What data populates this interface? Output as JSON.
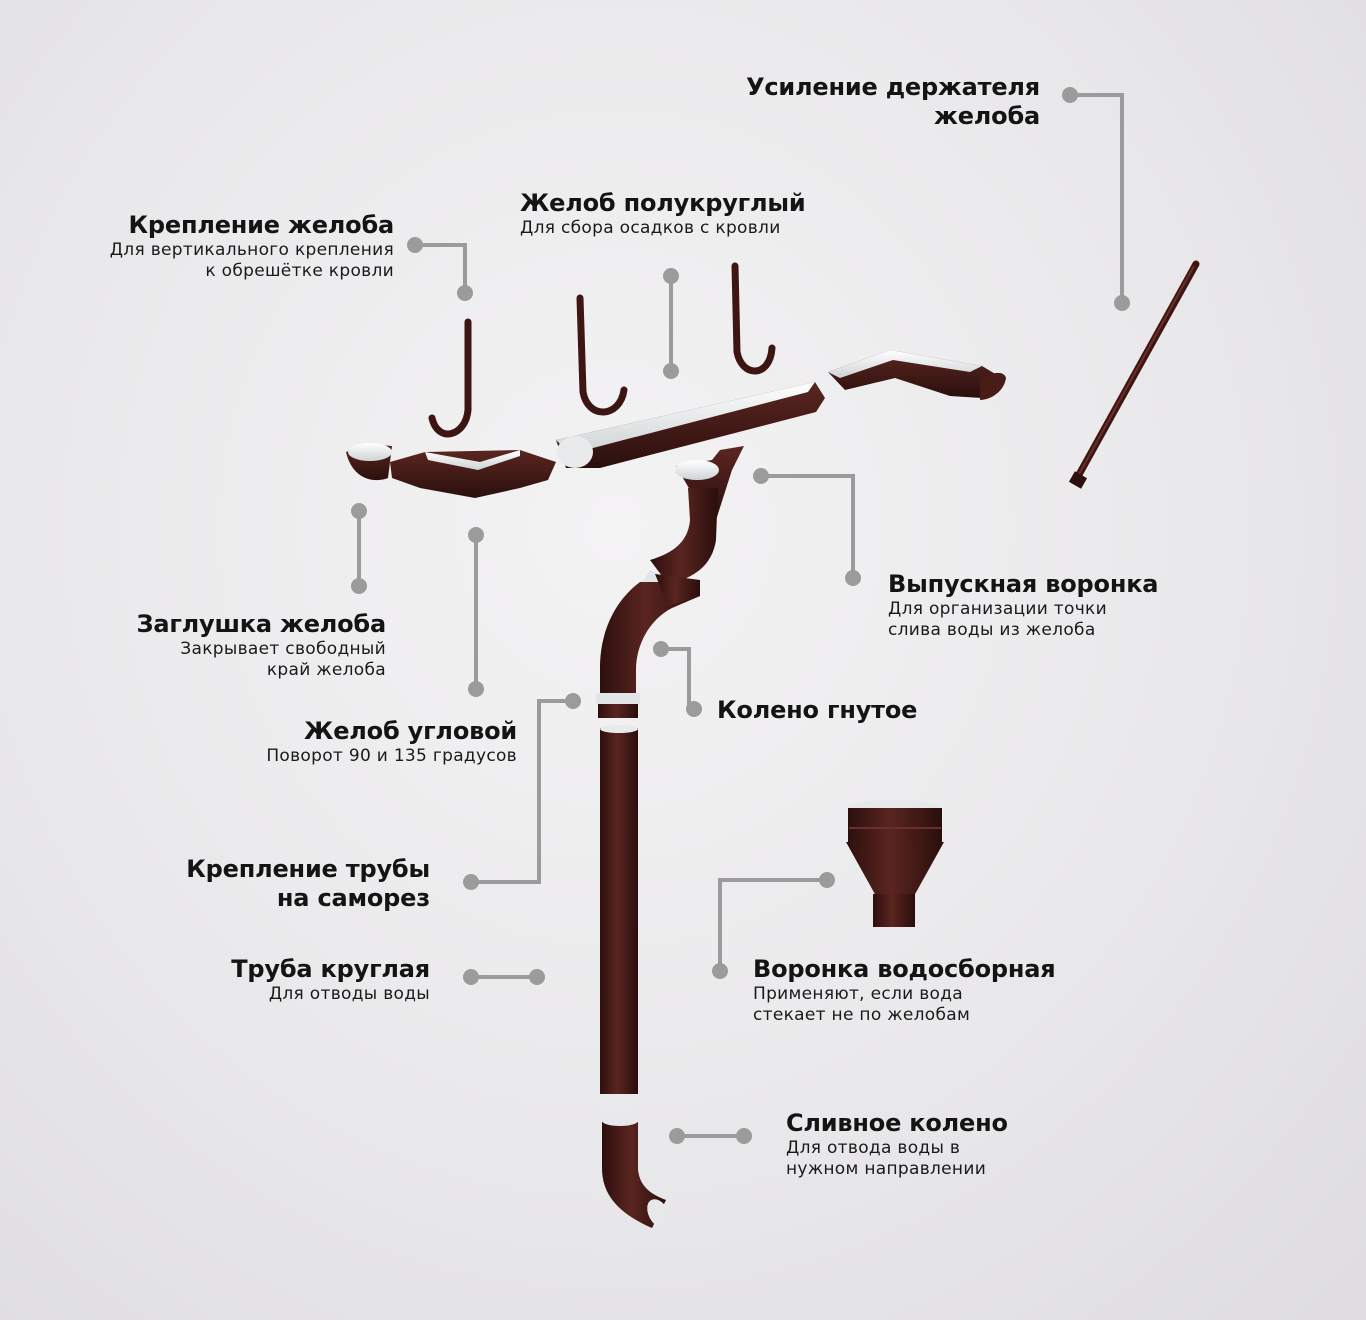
{
  "labels": {
    "holder_reinforcement": {
      "title": "Усиление держателя\nжелоба"
    },
    "gutter_bracket": {
      "title": "Крепление желоба",
      "desc": "Для вертикального крепления\nк обрешётке кровли"
    },
    "gutter_half_round": {
      "title": "Желоб полукруглый",
      "desc": "Для сбора осадков с кровли"
    },
    "outlet_funnel": {
      "title": "Выпускная воронка",
      "desc": "Для организации точки\nслива воды из желоба"
    },
    "gutter_cap": {
      "title": "Заглушка желоба",
      "desc": "Закрывает свободный\nкрай желоба"
    },
    "bent_elbow": {
      "title": "Колено гнутое"
    },
    "corner_gutter": {
      "title": "Желоб угловой",
      "desc": "Поворот 90 и 135 градусов"
    },
    "pipe_clamp": {
      "title": "Крепление трубы\nна саморез"
    },
    "collector_funnel": {
      "title": "Воронка водосборная",
      "desc": "Применяют, если вода\nстекает не по желобам"
    },
    "round_pipe": {
      "title": "Труба круглая",
      "desc": "Для отводы воды"
    },
    "drain_elbow": {
      "title": "Сливное колено",
      "desc": "Для отвода воды в\nнужном направлении"
    }
  },
  "colors": {
    "product_brown": "#3d1613",
    "product_highlight": "#6b2f29",
    "inner_white": "#f3f4f4",
    "leader_line": "#9b9b9b"
  }
}
